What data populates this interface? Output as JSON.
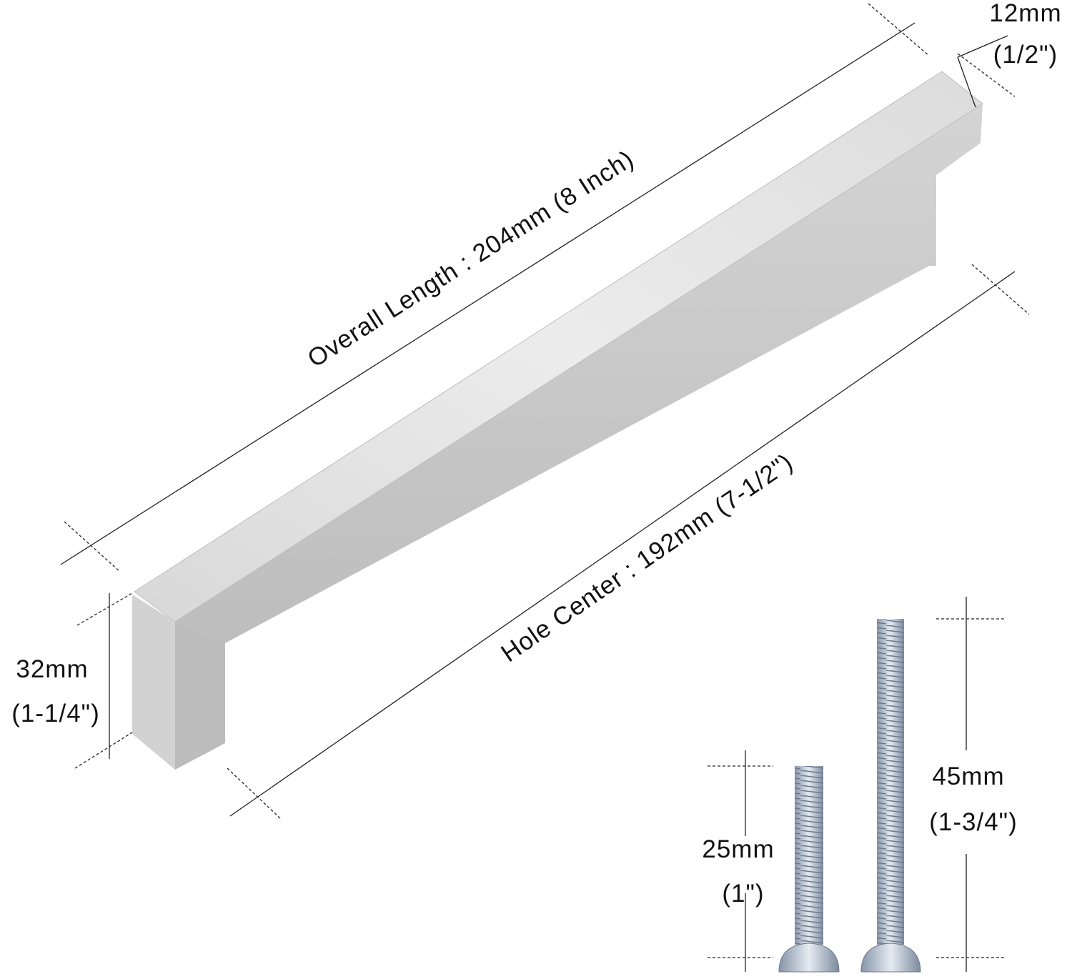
{
  "overall_length": {
    "label": "Overall Length : 204mm (8 Inch)"
  },
  "width": {
    "mm": "12mm",
    "inch": "(1/2\")"
  },
  "projection": {
    "mm": "32mm",
    "inch": "(1-1/4\")"
  },
  "hole_center": {
    "label": "Hole Center : 192mm (7-1/2\")"
  },
  "short_screw": {
    "mm": "25mm",
    "inch": "(1\")"
  },
  "long_screw": {
    "mm": "45mm",
    "inch": "(1-3/4\")"
  },
  "colors": {
    "handle_light": "#e8e8e8",
    "handle_mid": "#cfcfcf",
    "handle_dark": "#b4b4b4",
    "screw": "#9fb0c4"
  }
}
